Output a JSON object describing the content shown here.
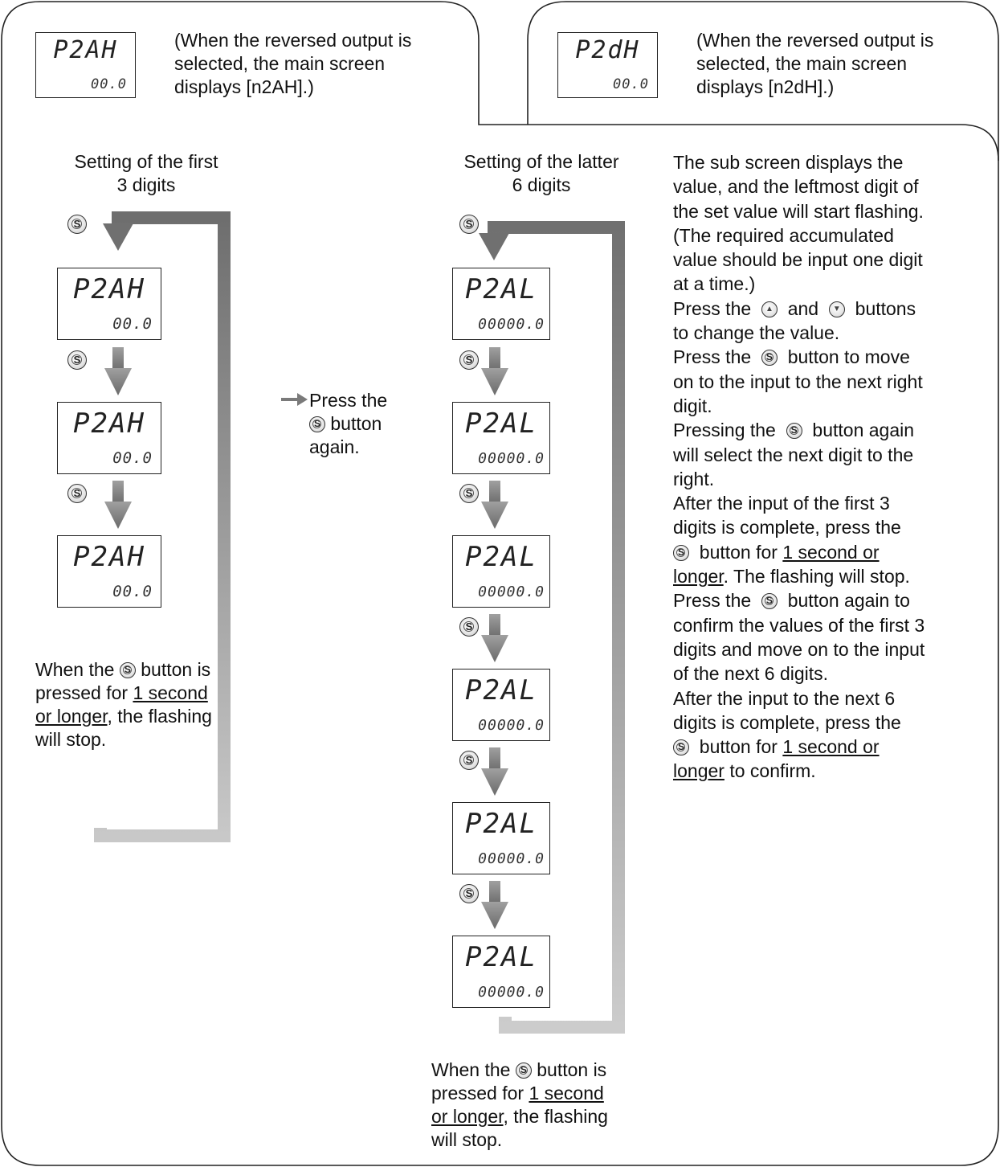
{
  "top_left_note": [
    "(When the reversed output is",
    "selected, the main screen",
    "displays [n2AH].)"
  ],
  "top_right_note": [
    "(When the reversed output is",
    "selected, the main screen",
    "displays [n2dH].)"
  ],
  "top_left_display": {
    "main": "P2AH",
    "sub": "00.0"
  },
  "top_right_display": {
    "main": "P2dH",
    "sub": "00.0"
  },
  "left_heading": [
    "Setting of the first",
    "3 digits"
  ],
  "right_heading": [
    "Setting of the latter",
    "6 digits"
  ],
  "s_button_glyph": "S",
  "up_button_glyph": "▲",
  "down_button_glyph": "▼",
  "left_displays": [
    {
      "main": "P2AH",
      "sub": "00.0"
    },
    {
      "main": "P2AH",
      "sub": "00.0"
    },
    {
      "main": "P2AH",
      "sub": "00.0"
    }
  ],
  "right_displays": [
    {
      "main": "P2AL",
      "sub": "00000.0"
    },
    {
      "main": "P2AL",
      "sub": "00000.0"
    },
    {
      "main": "P2AL",
      "sub": "00000.0"
    },
    {
      "main": "P2AL",
      "sub": "00000.0"
    },
    {
      "main": "P2AL",
      "sub": "00000.0"
    },
    {
      "main": "P2AL",
      "sub": "00000.0"
    }
  ],
  "middle_note": {
    "line1": "Press the",
    "line2_after": "button",
    "line3": "again."
  },
  "left_bottom": {
    "l1_before": "When the",
    "l1_after": "button is",
    "l2_plain": "pressed for ",
    "l2_underlined": "1 second",
    "l3_underlined": "or longer",
    "l3_plain": ", the flashing",
    "l4": "will stop."
  },
  "right_bottom": {
    "l1_before": "When the",
    "l1_after": "button is",
    "l2_plain": "pressed for ",
    "l2_underlined": "1 second",
    "l3_underlined": "or longer",
    "l3_plain": ", the flashing",
    "l4": "will stop."
  },
  "description": {
    "p1": [
      "The sub screen displays the",
      "value, and the leftmost digit of",
      "the set value will start flashing.",
      "(The required accumulated",
      "value should be input one digit",
      "at a time.)"
    ],
    "p2_l1_a": "Press the",
    "p2_l1_b": "and",
    "p2_l1_c": "buttons",
    "p2_l2": "to change the value.",
    "p3_l1_a": "Press the",
    "p3_l1_b": "button to move",
    "p3_l2": "on to the input to the next right",
    "p3_l3": "digit.",
    "p4_l1_a": "Pressing the",
    "p4_l1_b": "button again",
    "p4_l2": "will select the next digit to the",
    "p4_l3": "right.",
    "p5_l1": "After the input of the first 3",
    "p5_l2": "digits is complete, press the",
    "p5_l3_b": "button for ",
    "p5_l3_u": "1 second or",
    "p5_l4_u": "longer",
    "p5_l4_c": ". The flashing will stop.",
    "p6_l1_a": "Press the",
    "p6_l1_b": "button again to",
    "p6_l2": "confirm the values of the first 3",
    "p6_l3": "digits and move on to the input",
    "p6_l4": "of the next 6 digits.",
    "p7_l1": "After the input to the next 6",
    "p7_l2": "digits is complete, press the",
    "p7_l3_b": "button for ",
    "p7_l3_u": "1 second or",
    "p7_l4_u": "longer",
    "p7_l4_c": " to confirm."
  }
}
